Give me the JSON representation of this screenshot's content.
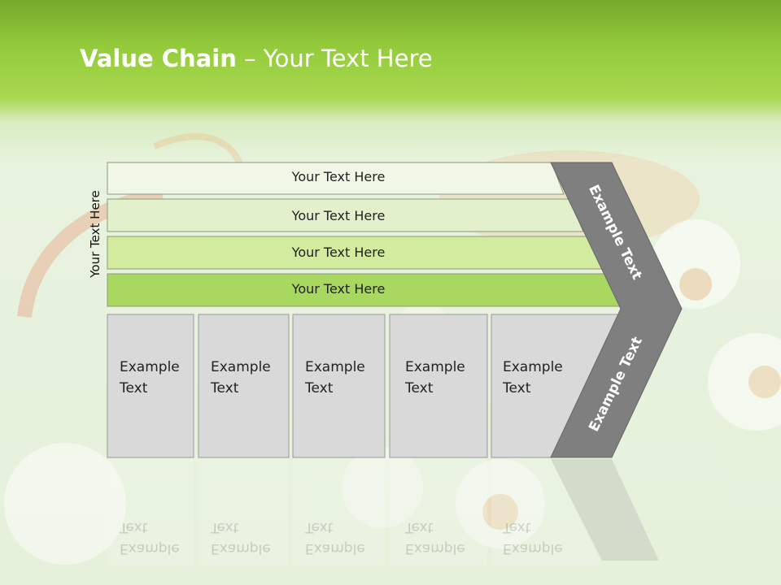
{
  "slide": {
    "title_bold": "Value Chain",
    "title_rest": " – Your Text Here",
    "side_label": "Your Text Here"
  },
  "bars": [
    {
      "label": "Your Text Here"
    },
    {
      "label": "Your Text Here"
    },
    {
      "label": "Your Text Here"
    },
    {
      "label": "Your Text Here"
    }
  ],
  "cells": [
    {
      "label": "Example Text",
      "line1": "Example",
      "line2": "Text"
    },
    {
      "label": "Example Text",
      "line1": "Example",
      "line2": "Text"
    },
    {
      "label": "Example Text",
      "line1": "Example",
      "line2": "Text"
    },
    {
      "label": "Example Text",
      "line1": "Example",
      "line2": "Text"
    },
    {
      "label": "Example Text",
      "line1": "Example",
      "line2": "Text"
    }
  ],
  "chevron": {
    "upper_label": "Example Text",
    "lower_label": "Example Text"
  },
  "colors": {
    "bar_fills": [
      "#f0f7e6",
      "#e2f1cc",
      "#d2eb9e",
      "#a9d860"
    ],
    "cell_fill": "#d9d9d9",
    "chevron_fill": "#7f7f7f",
    "header_green": "#94cc3c"
  }
}
